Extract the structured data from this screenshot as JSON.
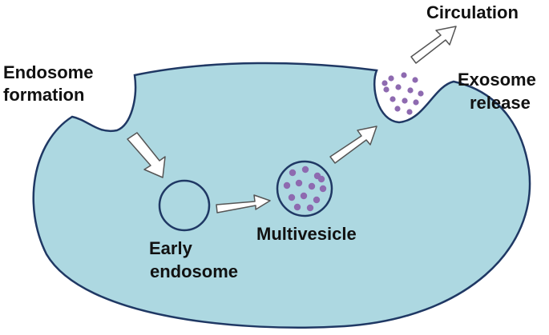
{
  "labels": {
    "endosome_formation_line1": "Endosome",
    "endosome_formation_line2": "formation",
    "early_endosome_line1": "Early",
    "early_endosome_line2": "endosome",
    "multivesicle": "Multivesicle",
    "circulation": "Circulation",
    "exosome_release_line1": "Exosome",
    "exosome_release_line2": "release"
  },
  "colors": {
    "cell_fill": "#add8e1",
    "outline": "#1f3864",
    "vesicle_dot": "#8e6ab0",
    "arrow_fill": "#ffffff",
    "arrow_stroke": "#555555",
    "text": "#111111"
  }
}
